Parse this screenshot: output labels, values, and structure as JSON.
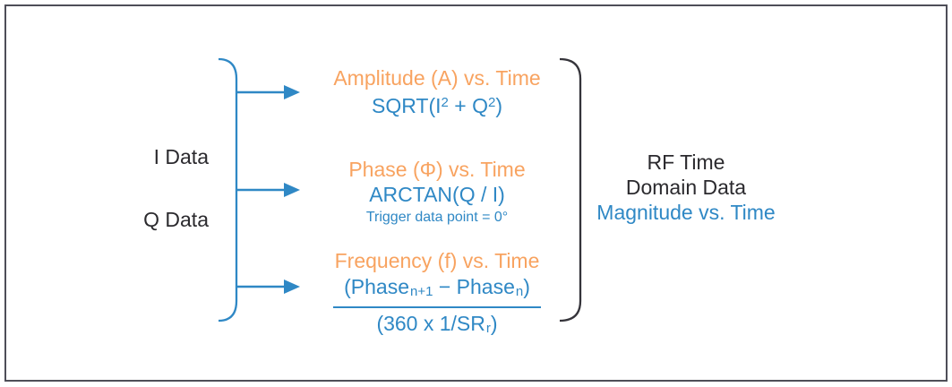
{
  "diagram": {
    "inputs": {
      "i_label": "I Data",
      "q_label": "Q Data"
    },
    "outputs": [
      {
        "title": "Amplitude (A) vs. Time",
        "formula_pre": "SQRT(I",
        "formula_sup1": "2",
        "formula_mid": " + Q",
        "formula_sup2": "2",
        "formula_post": ")"
      },
      {
        "title": "Phase (Φ) vs. Time",
        "formula": "ARCTAN(Q / I)",
        "note": "Trigger data point = 0°"
      },
      {
        "title": "Frequency (f) vs. Time",
        "numerator_pre": "(Phase",
        "numerator_sub1": "n+1",
        "numerator_mid": " − ",
        "numerator_base2": "Phase",
        "numerator_sub2": "n",
        "numerator_post": ")",
        "denominator_pre": "(360 x 1/SR",
        "denominator_sub": "r",
        "denominator_post": ")"
      }
    ],
    "result": {
      "line1": "RF Time",
      "line2": "Domain Data",
      "line3": "Magnitude vs. Time"
    },
    "colors": {
      "orange": "#F8A360",
      "blue": "#2F88C5",
      "text_dark": "#2B2A2E",
      "border": "#4E4E58"
    }
  }
}
